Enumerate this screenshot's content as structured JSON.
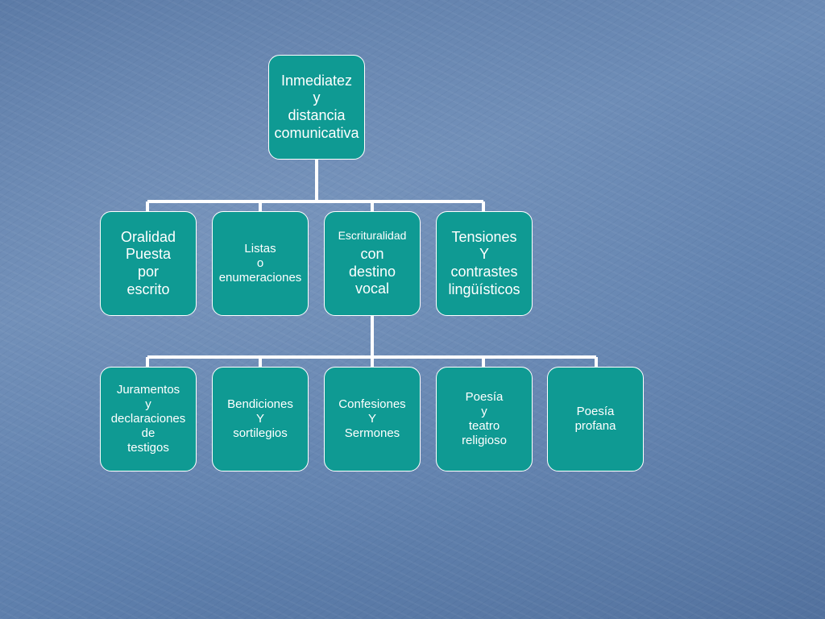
{
  "diagram": {
    "root": {
      "text": "Inmediatez\ny\ndistancia\ncomunicativa"
    },
    "level1": [
      {
        "text": "Oralidad\nPuesta\npor\nescrito"
      },
      {
        "text": "Listas\no\nenumeraciones"
      },
      {
        "text": "Escrituralidad\ncon\ndestino\nvocal"
      },
      {
        "text": "Tensiones\nY\ncontrastes\nlingüísticos"
      }
    ],
    "level2": [
      {
        "text": "Juramentos\ny\ndeclaraciones\nde\ntestigos"
      },
      {
        "text": "Bendiciones\nY\nsortilegios"
      },
      {
        "text": "Confesiones\nY\nSermones"
      },
      {
        "text": "Poesía\ny\nteatro\nreligioso"
      },
      {
        "text": "Poesía\nprofana"
      }
    ],
    "colors": {
      "node_fill": "#0f9a93",
      "node_border": "#ffffff",
      "connector": "#ffffff"
    }
  }
}
